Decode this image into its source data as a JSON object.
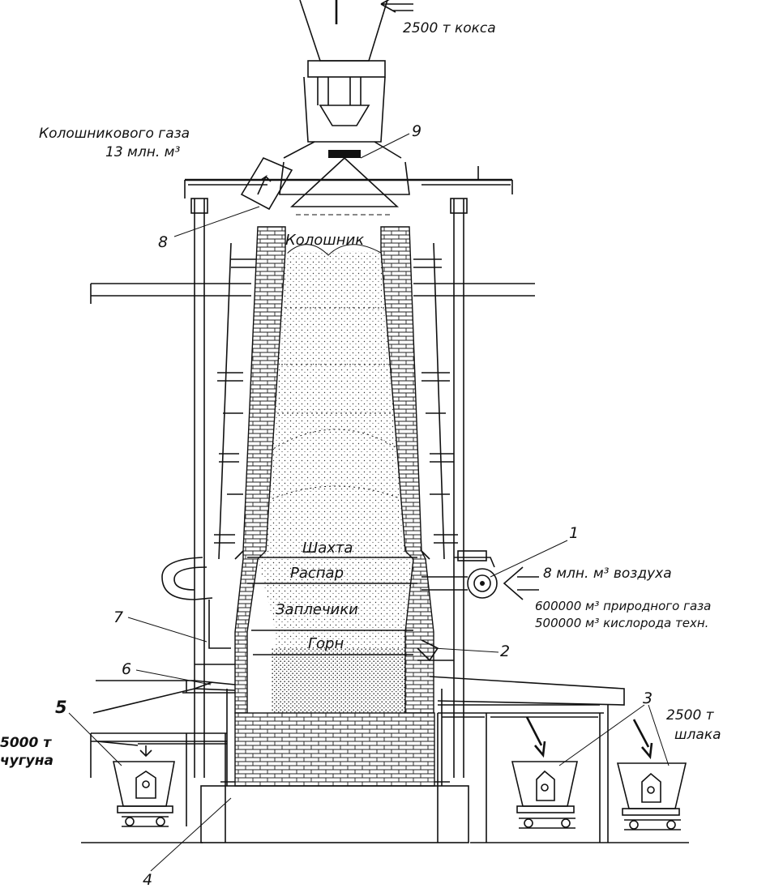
{
  "top_inputs": {
    "coke": "2500 т  кокса"
  },
  "top_gas": {
    "line1": "Колошникового  газа",
    "line2": "13 млн. м³"
  },
  "zones": {
    "koloshnik": "Колошник",
    "shakhta": "Шахта",
    "raspar": "Распар",
    "zaplechiki": "Заплечики",
    "gorn": "Горн"
  },
  "air_input": {
    "air": "8 млн. м³  воздуха",
    "natural_gas": "600000 м³  природного  газа",
    "oxygen": "500000 м³  кислорода  техн."
  },
  "outputs": {
    "iron_amount": "5000 т",
    "iron_name": "чугуна",
    "slag_amount": "2500 т",
    "slag_name": "шлака"
  },
  "callouts": {
    "n1": "1",
    "n2": "2",
    "n3": "3",
    "n4": "4",
    "n5": "5",
    "n6": "6",
    "n7": "7",
    "n8": "8",
    "n9": "9"
  }
}
